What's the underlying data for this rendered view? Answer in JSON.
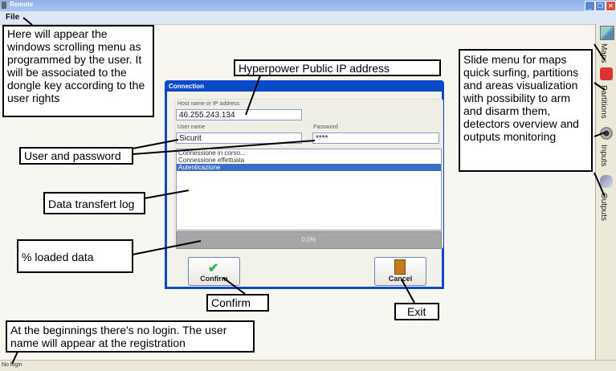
{
  "window": {
    "title": "Remote",
    "icon": "app-icon",
    "controls": [
      "minimize-icon",
      "restore-icon",
      "close-icon"
    ]
  },
  "menu": {
    "file": "File"
  },
  "dialog": {
    "title": "Connection",
    "host_label": "Host name or IP address",
    "host_value": "46.255.243.134",
    "user_label": "User name",
    "user_value": "Sicurit",
    "password_label": "Password",
    "password_value": "****",
    "log": [
      "Connessione in corso...",
      "Connessione effettuata",
      "Autenticazione"
    ],
    "log_selected_index": 2,
    "progress_text": "0,0%",
    "progress_value": 0,
    "confirm_label": "Confirm",
    "cancel_label": "Cancel"
  },
  "sidebar": {
    "items": [
      {
        "label": "Maps",
        "icon": "map-icon"
      },
      {
        "label": "Partitions",
        "icon": "partitions-icon"
      },
      {
        "label": "Inputs",
        "icon": "inputs-icon"
      },
      {
        "label": "Outputs",
        "icon": "outputs-icon"
      }
    ]
  },
  "status": {
    "text": "No login"
  },
  "annotations": {
    "menu_note": "Here will appear the windows scrolling menu as programmed by the user. It will be associated to the dongle key according to the user rights",
    "ip_note": "Hyperpower Public IP address",
    "user_note": "User and password",
    "log_note": "Data transfert log",
    "loaded_note": "% loaded data",
    "confirm_note": "Confirm",
    "exit_note": "Exit",
    "slide_note": "Slide menu for maps quick surfing, partitions and areas visualization with possibility to arm and disarm them, detectors overview and outputs monitoring",
    "login_note": "At the beginnings there's no login. The user name will appear at the registration"
  },
  "colors": {
    "title_bar": "#0a49c9",
    "selection": "#3c6ec8",
    "progress": "#a6a6a6"
  }
}
